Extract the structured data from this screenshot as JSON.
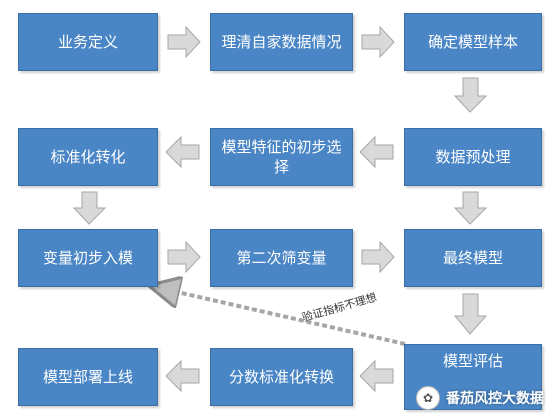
{
  "diagram": {
    "nodes": {
      "business_definition": "业务定义",
      "clarify_own_data": "理清自家数据情况",
      "determine_sample": "确定模型样本",
      "standardization": "标准化转化",
      "initial_feature_selection": "模型特征的初步选择",
      "data_preprocessing": "数据预处理",
      "initial_variables": "变量初步入模",
      "second_screening": "第二次筛变量",
      "final_model": "最终模型",
      "deploy_model": "模型部署上线",
      "score_standardization": "分数标准化转换",
      "model_evaluation": "模型评估"
    },
    "feedback_label": "验证指标不理想",
    "watermark": "番茄风控大数据",
    "colors": {
      "box_fill": "#4a86c5",
      "arrow_fill": "#d9d9d9",
      "arrow_stroke": "#a6a6a6"
    }
  }
}
